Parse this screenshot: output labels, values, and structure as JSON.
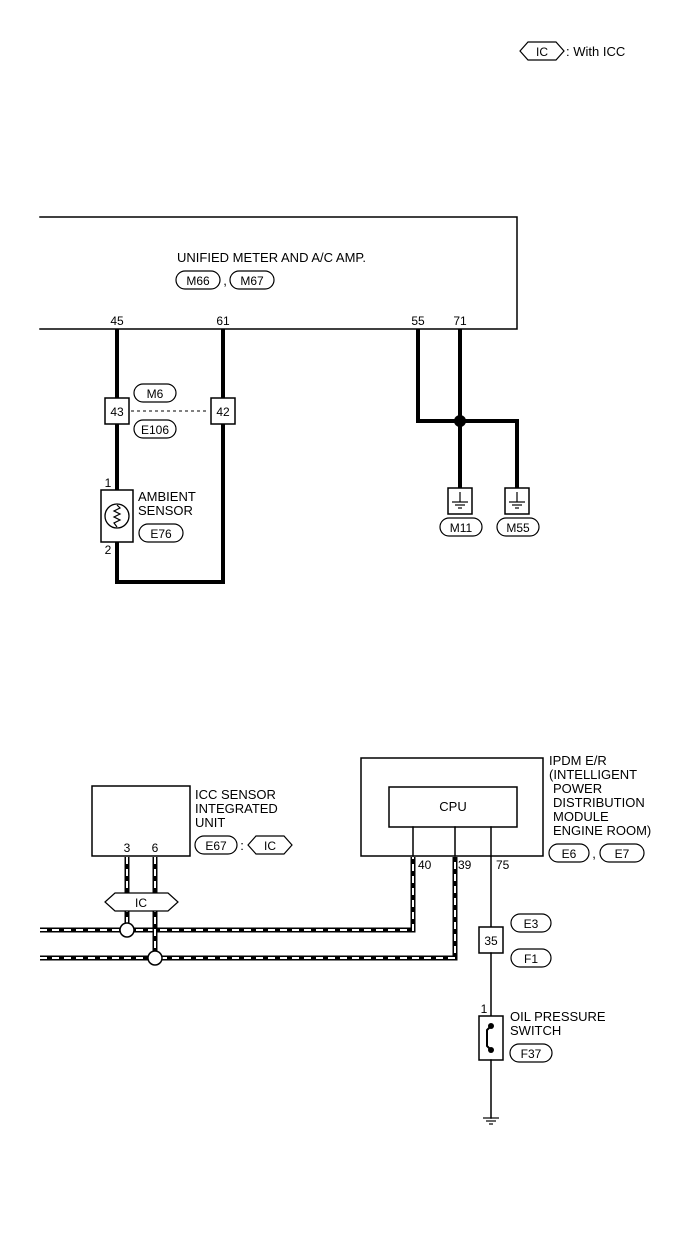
{
  "legend": {
    "tag": "IC",
    "text": ": With ICC"
  },
  "meter": {
    "title": "UNIFIED METER AND A/C AMP.",
    "connectors": [
      "M66",
      "M67"
    ],
    "sep": ",",
    "pins": [
      "45",
      "61",
      "55",
      "71"
    ]
  },
  "junction": {
    "pin_left": "43",
    "pin_right": "42",
    "conn_top": "M6",
    "conn_bottom": "E106"
  },
  "ambient": {
    "line1": "AMBIENT",
    "line2": "SENSOR",
    "conn": "E76",
    "pin_top": "1",
    "pin_bottom": "2"
  },
  "grounds": [
    "M11",
    "M55"
  ],
  "icc": {
    "line1": "ICC SENSOR",
    "line2": "INTEGRATED",
    "line3": "UNIT",
    "conn": "E67",
    "colon": ":",
    "tag": "IC",
    "pins": [
      "3",
      "6"
    ]
  },
  "bus_tag": "IC",
  "ipdm": {
    "line1": "IPDM E/R",
    "line2": "(INTELLIGENT",
    "line3": "POWER",
    "line4": "DISTRIBUTION",
    "line5": "MODULE",
    "line6": "ENGINE ROOM)",
    "cpu": "CPU",
    "connectors": [
      "E6",
      "E7"
    ],
    "sep": ",",
    "pins": [
      "40",
      "39",
      "75"
    ]
  },
  "oil_junction": {
    "pin": "35",
    "conn_top": "E3",
    "conn_bottom": "F1"
  },
  "oil_switch": {
    "line1": "OIL PRESSURE",
    "line2": "SWITCH",
    "conn": "F37",
    "pin": "1"
  }
}
